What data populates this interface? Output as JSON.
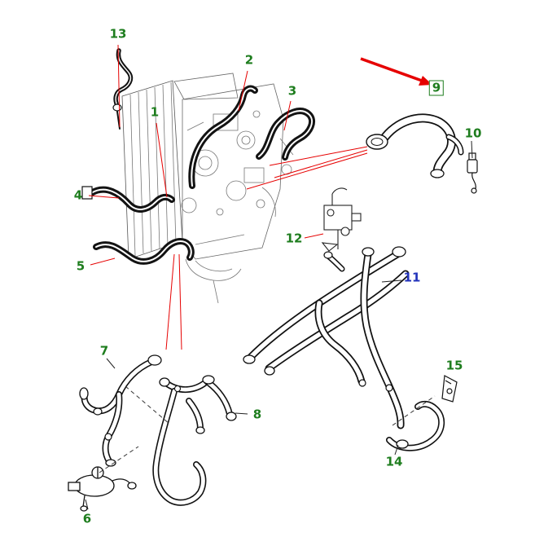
{
  "diagram": {
    "type": "parts-diagram",
    "description": "Engine cooling system hose and pipe exploded parts diagram with numbered callouts",
    "highlighted_callout": "9",
    "callouts": [
      {
        "label": "1",
        "color": "#1e7d1e",
        "highlighted": false
      },
      {
        "label": "2",
        "color": "#1e7d1e",
        "highlighted": false
      },
      {
        "label": "3",
        "color": "#1e7d1e",
        "highlighted": false
      },
      {
        "label": "4",
        "color": "#1e7d1e",
        "highlighted": false
      },
      {
        "label": "5",
        "color": "#1e7d1e",
        "highlighted": false
      },
      {
        "label": "6",
        "color": "#1e7d1e",
        "highlighted": false
      },
      {
        "label": "7",
        "color": "#1e7d1e",
        "highlighted": false
      },
      {
        "label": "8",
        "color": "#1e7d1e",
        "highlighted": false
      },
      {
        "label": "9",
        "color": "#1e7d1e",
        "highlighted": true
      },
      {
        "label": "10",
        "color": "#1e7d1e",
        "highlighted": false
      },
      {
        "label": "11",
        "color": "#2233bb",
        "highlighted": false
      },
      {
        "label": "12",
        "color": "#1e7d1e",
        "highlighted": false
      },
      {
        "label": "13",
        "color": "#1e7d1e",
        "highlighted": false
      },
      {
        "label": "14",
        "color": "#1e7d1e",
        "highlighted": false
      },
      {
        "label": "15",
        "color": "#1e7d1e",
        "highlighted": false
      }
    ],
    "pointer_arrow": {
      "color": "#e60000",
      "target_label": "9"
    },
    "colors": {
      "leader_line": "#e60000",
      "drawing_line": "#111111",
      "dashed_line": "#333333",
      "background": "#ffffff"
    }
  }
}
